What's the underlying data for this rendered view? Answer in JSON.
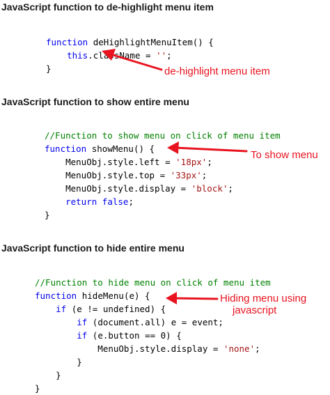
{
  "sections": [
    {
      "heading": "JavaScript function to de-highlight menu item",
      "annotation": "de-highlight menu item",
      "lines": [
        [
          {
            "t": "function",
            "c": "kw"
          },
          {
            "t": " deHighlightMenuItem() {",
            "c": ""
          }
        ],
        [
          {
            "t": "    ",
            "c": ""
          },
          {
            "t": "this",
            "c": "kw"
          },
          {
            "t": ".className = ",
            "c": ""
          },
          {
            "t": "''",
            "c": "str"
          },
          {
            "t": ";",
            "c": ""
          }
        ],
        [
          {
            "t": "}",
            "c": ""
          }
        ]
      ]
    },
    {
      "heading": "JavaScript function to show entire menu",
      "annotation": "To show menu",
      "lines": [
        [
          {
            "t": "//Function to show menu on click of menu item",
            "c": "cm"
          }
        ],
        [
          {
            "t": "function",
            "c": "kw"
          },
          {
            "t": " showMenu() {",
            "c": ""
          }
        ],
        [
          {
            "t": "    MenuObj.style.left = ",
            "c": ""
          },
          {
            "t": "'18px'",
            "c": "str"
          },
          {
            "t": ";",
            "c": ""
          }
        ],
        [
          {
            "t": "    MenuObj.style.top = ",
            "c": ""
          },
          {
            "t": "'33px'",
            "c": "str"
          },
          {
            "t": ";",
            "c": ""
          }
        ],
        [
          {
            "t": "    MenuObj.style.display = ",
            "c": ""
          },
          {
            "t": "'block'",
            "c": "str"
          },
          {
            "t": ";",
            "c": ""
          }
        ],
        [
          {
            "t": "    ",
            "c": ""
          },
          {
            "t": "return",
            "c": "kw"
          },
          {
            "t": " ",
            "c": ""
          },
          {
            "t": "false",
            "c": "kw"
          },
          {
            "t": ";",
            "c": ""
          }
        ],
        [
          {
            "t": "}",
            "c": ""
          }
        ]
      ]
    },
    {
      "heading": "JavaScript function to hide entire menu",
      "annotation": "Hiding menu using javascript",
      "annotation_lines": [
        "Hiding menu using",
        "javascript"
      ],
      "lines": [
        [
          {
            "t": "//Function to hide menu on click of menu item",
            "c": "cm"
          }
        ],
        [
          {
            "t": "function",
            "c": "kw"
          },
          {
            "t": " hideMenu(e) {",
            "c": ""
          }
        ],
        [
          {
            "t": "    ",
            "c": ""
          },
          {
            "t": "if",
            "c": "kw"
          },
          {
            "t": " (e != undefined) {",
            "c": ""
          }
        ],
        [
          {
            "t": "        ",
            "c": ""
          },
          {
            "t": "if",
            "c": "kw"
          },
          {
            "t": " (document.all) e = event;",
            "c": ""
          }
        ],
        [
          {
            "t": "        ",
            "c": ""
          },
          {
            "t": "if",
            "c": "kw"
          },
          {
            "t": " (e.button == 0) {",
            "c": ""
          }
        ],
        [
          {
            "t": "            MenuObj.style.display = ",
            "c": ""
          },
          {
            "t": "'none'",
            "c": "str"
          },
          {
            "t": ";",
            "c": ""
          }
        ],
        [
          {
            "t": "        }",
            "c": ""
          }
        ],
        [
          {
            "t": "    }",
            "c": ""
          }
        ],
        [
          {
            "t": "}",
            "c": ""
          }
        ]
      ]
    }
  ],
  "colors": {
    "keyword": "#0000ee",
    "string": "#a31515",
    "comment": "#008000",
    "annotation": "#e8131f"
  }
}
